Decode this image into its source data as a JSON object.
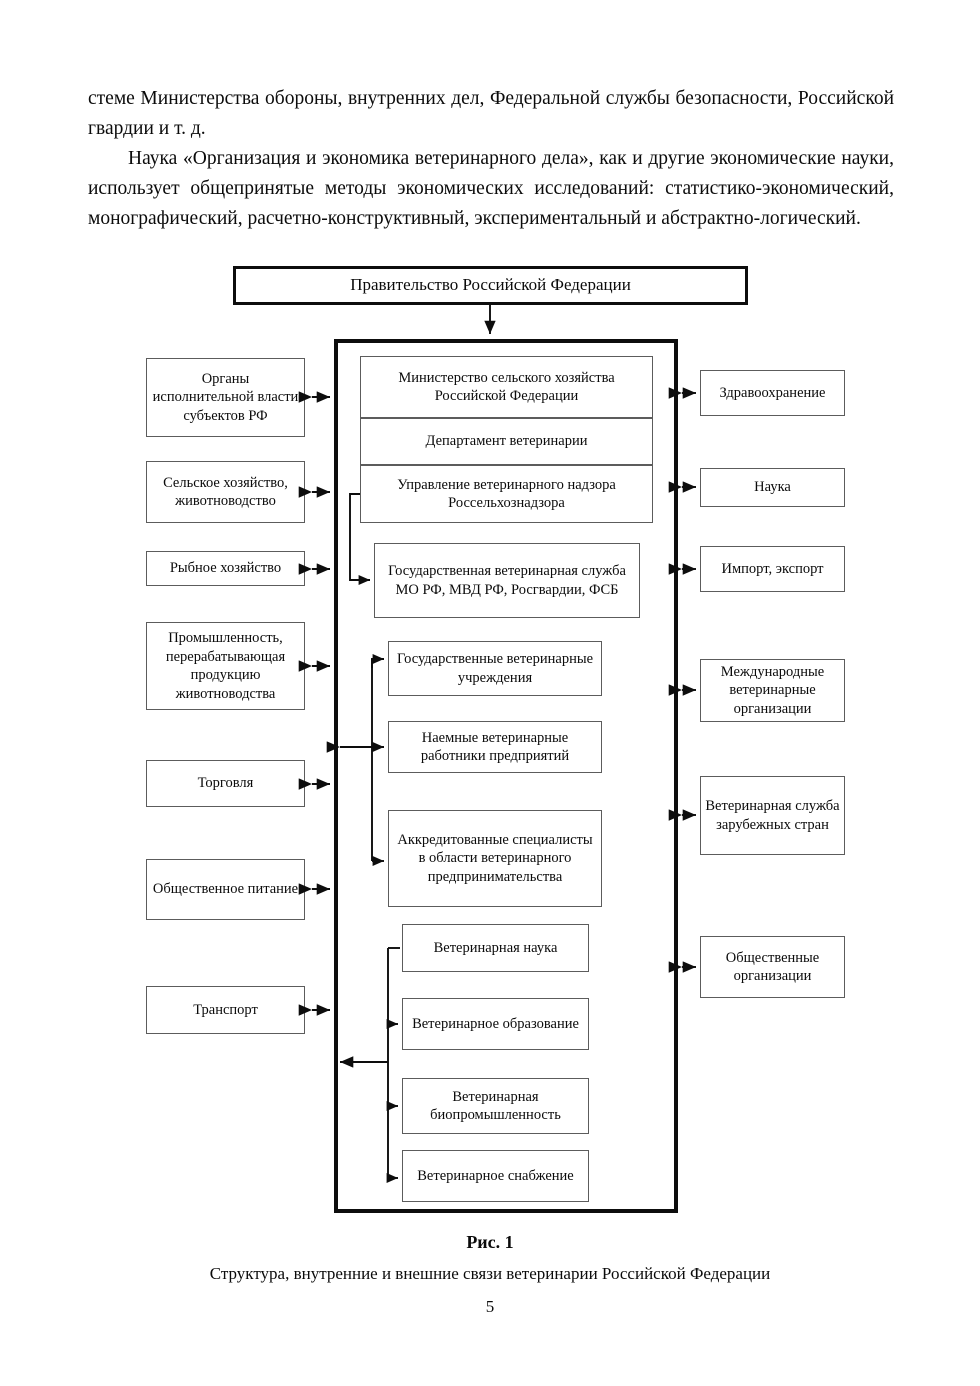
{
  "prose": {
    "paragraphs": [
      "стеме Министерства обороны, внутренних дел, Федеральной службы безопасности, Российской гвардии и т. д.",
      "Наука «Организация и экономика ветеринарного дела», как и другие экономические науки, использует общепринятые методы экономических исследований: статистико-экономический, монографический, расчетно-конструктивный, экспериментальный и абстрактно-логический."
    ]
  },
  "figure": {
    "top_box": "Правительство Российской Федерации",
    "center_stack": [
      "Министерство сельского хозяйства Российской Федерации",
      "Департамент ветеринарии",
      "Управление ветеринарного надзора Россельхознадзора"
    ],
    "center_boxes": [
      "Государственная ветеринарная служба МО РФ, МВД РФ, Росгвардии, ФСБ",
      "Государственные ветеринарные учреждения",
      "Наемные ветеринарные работники предприятий",
      "Аккредитованные специалисты в области ветеринарного предпринимательства",
      "Ветеринарная наука",
      "Ветеринарное образование",
      "Ветеринарная биопромышленность",
      "Ветеринарное снабжение"
    ],
    "left_boxes": [
      "Органы исполнительной власти субъектов РФ",
      "Сельское хозяйство, животноводство",
      "Рыбное хозяйство",
      "Промышленность, перерабатывающая продукцию животноводства",
      "Торговля",
      "Общественное питание",
      "Транспорт"
    ],
    "right_boxes": [
      "Здравоохранение",
      "Наука",
      "Импорт, экспорт",
      "Международные ветеринарные организации",
      "Ветеринарная служба зарубежных стран",
      "Общественные организации"
    ],
    "figure_number": "Рис. 1",
    "caption": "Структура, внутренние и внешние связи ветеринарии Российской Федерации",
    "page_number": "5"
  },
  "colors": {
    "ink": "#0d0d0d",
    "box_border": "#555555",
    "paper": "#ffffff"
  }
}
